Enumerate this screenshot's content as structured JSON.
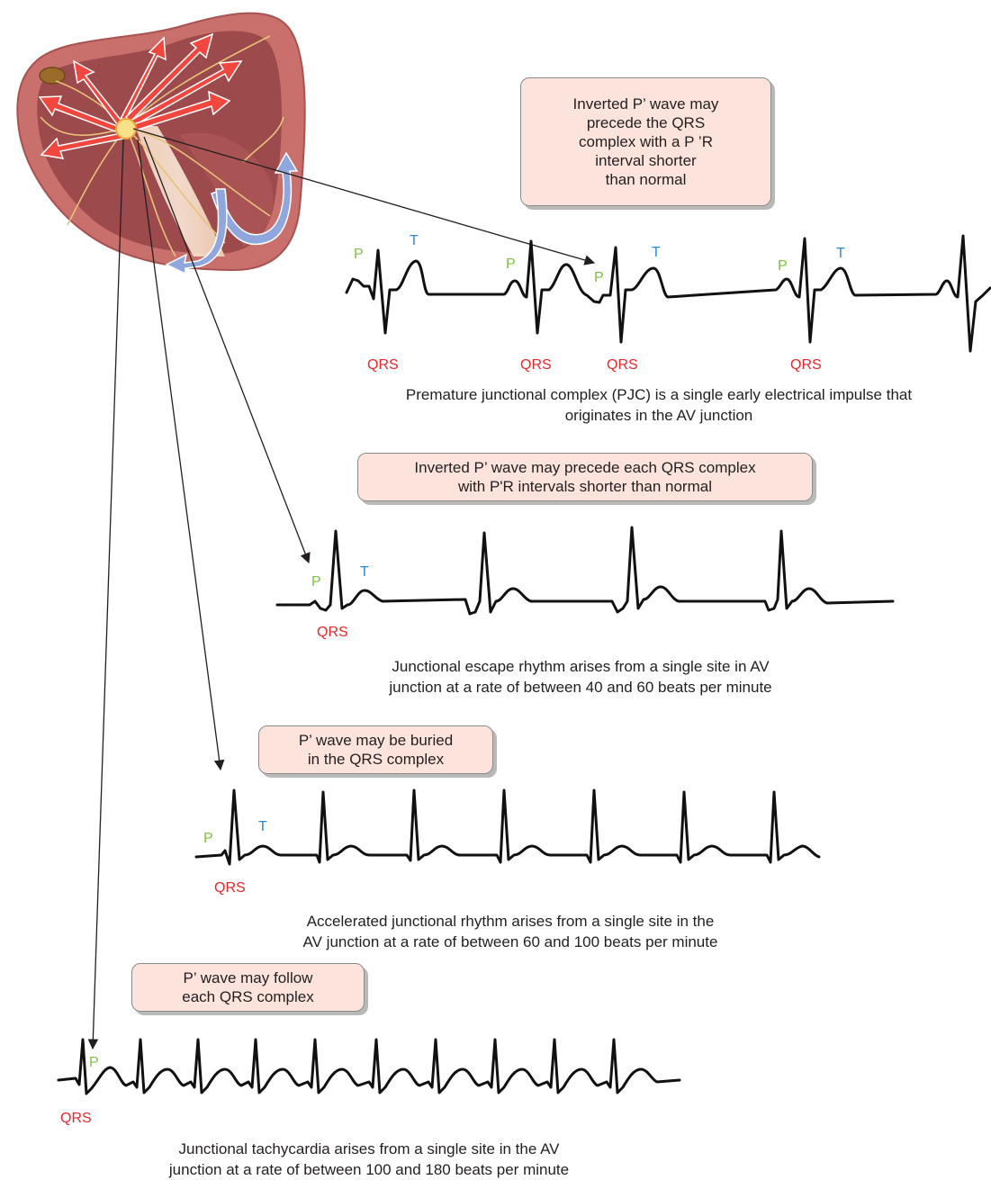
{
  "callouts": {
    "pjc": "Inverted P’ wave may\nprecede the QRS\ncomplex with a P ’R\ninterval shorter\nthan normal",
    "escape": "Inverted P’ wave may precede each QRS complex\nwith P'R intervals shorter than normal",
    "accelerated": "P’ wave may be buried\nin the QRS complex",
    "tachycardia": "P’ wave may follow\neach QRS complex"
  },
  "captions": {
    "pjc": "Premature junctional complex (PJC) is a single early electrical impulse that\noriginates in the AV junction",
    "escape": "Junctional escape rhythm arises from a single site in AV\njunction at a rate of between 40 and 60 beats per minute",
    "accelerated": "Accelerated junctional rhythm arises from a single site in the\nAV junction at a rate of between 60 and 100 beats per minute",
    "tachycardia": "Junctional tachycardia arises from a single site in the AV\njunction at a rate of between 100 and 180 beats per minute"
  },
  "wave_labels": {
    "p": "P",
    "t": "T",
    "qrs": "QRS"
  },
  "colors": {
    "callout_fill": "#fce4dc",
    "p_label": "#7dc242",
    "t_label": "#2b8ccd",
    "qrs_label": "#e8262a",
    "ecg_trace": "#111111",
    "conduction_arrows": "#f2473f",
    "retrograde_arrows": "#8fa7dc"
  }
}
